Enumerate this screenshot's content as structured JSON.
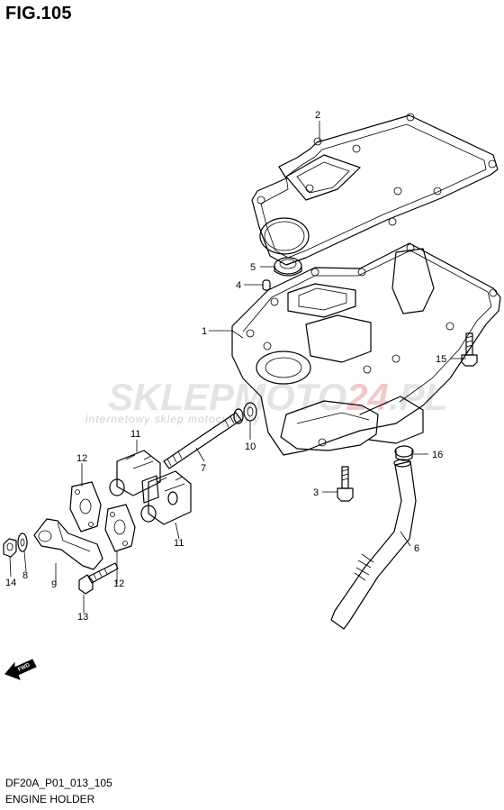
{
  "header": {
    "figure_label": "FIG.105"
  },
  "watermark": {
    "brand_part1": "SKLEPMOTO",
    "brand_part2": "24",
    "brand_part3": ".PL",
    "tagline": "internetowy sklep motocyklowy"
  },
  "callouts": [
    "1",
    "2",
    "3",
    "4",
    "5",
    "6",
    "7",
    "8",
    "9",
    "10",
    "11",
    "11",
    "12",
    "12",
    "13",
    "14",
    "15",
    "16"
  ],
  "direction_icon": {
    "label": "FWD"
  },
  "footer": {
    "drawing_code": "DF20A_P01_013_105",
    "caption": "ENGINE HOLDER"
  }
}
